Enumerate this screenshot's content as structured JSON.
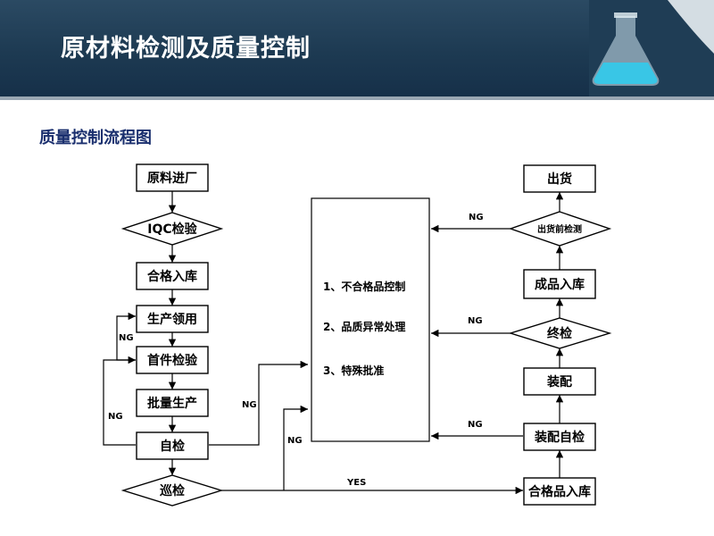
{
  "header": {
    "title": "原材料检测及质量控制"
  },
  "subtitle": "质量控制流程图",
  "nodes": {
    "raw_in": "原料进厂",
    "iqc": "IQC检验",
    "qualified_in": "合格入库",
    "production_pick": "生产领用",
    "first_article": "首件检验",
    "mass_production": "批量生产",
    "self_check": "自检",
    "patrol": "巡检",
    "shipment": "出货",
    "pre_ship_check": "出货前检测",
    "finished_in": "成品入库",
    "final_check": "终检",
    "assembly": "装配",
    "assembly_self_check": "装配自检",
    "qualified_goods_in": "合格品入库"
  },
  "center_items": [
    "1、不合格品控制",
    "2、品质异常处理",
    "3、特殊批准"
  ],
  "labels": {
    "ng": "NG",
    "yes": "YES"
  }
}
